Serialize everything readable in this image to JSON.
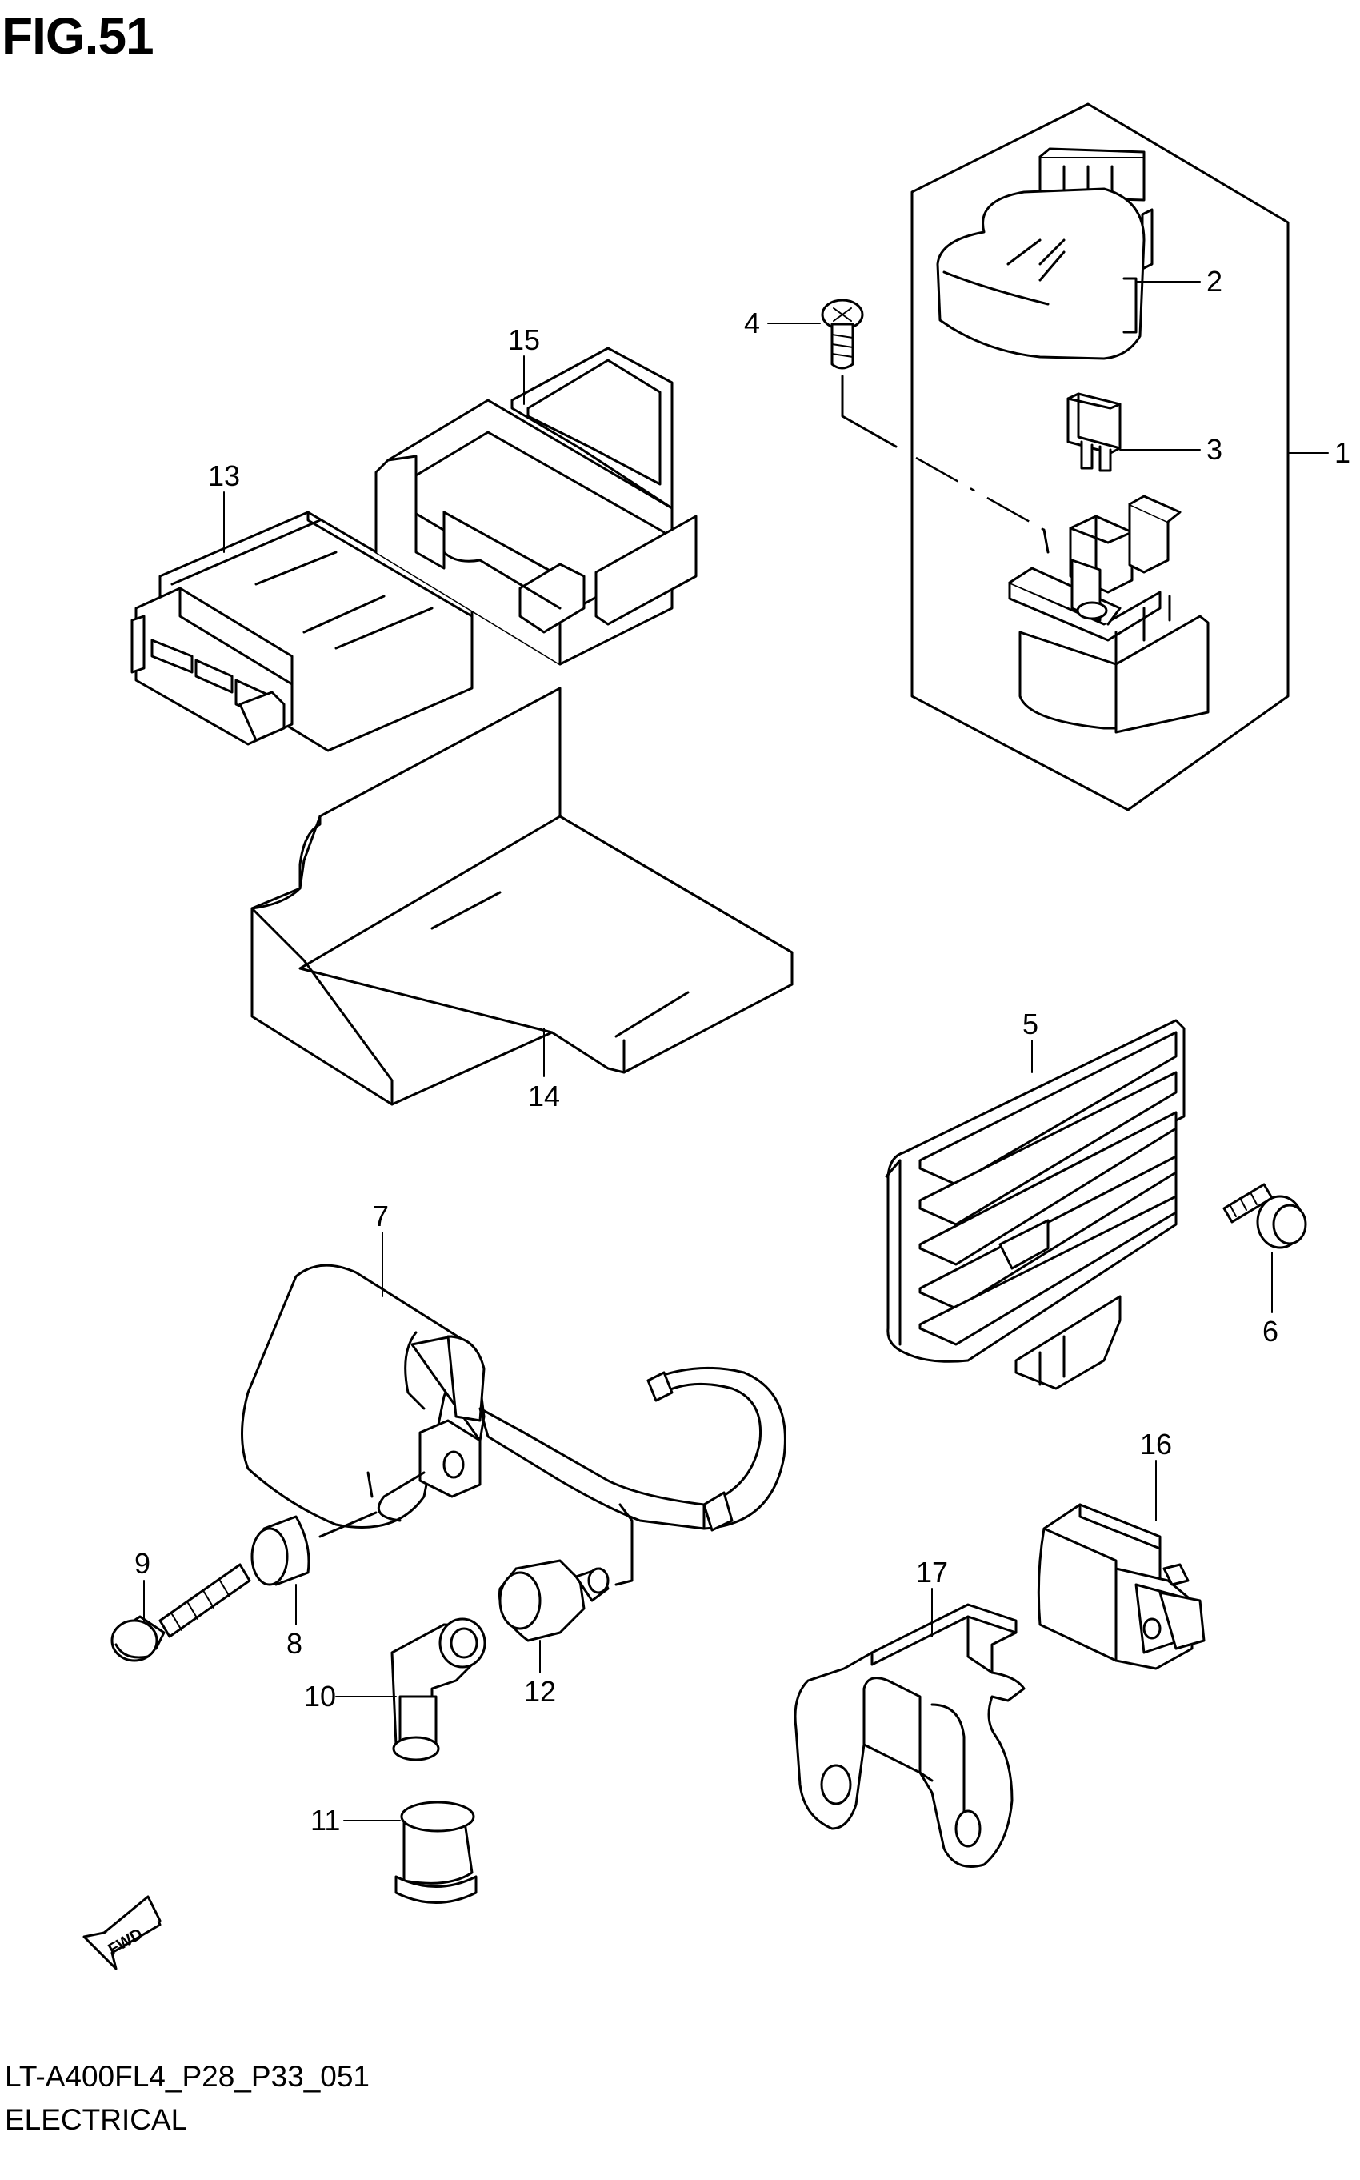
{
  "figure": {
    "title": "FIG.51"
  },
  "footer": {
    "code": "LT-A400FL4_P28_P33_051",
    "name": "ELECTRICAL"
  },
  "callouts": {
    "c1": "1",
    "c2": "2",
    "c3": "3",
    "c4": "4",
    "c5": "5",
    "c6": "6",
    "c7": "7",
    "c8": "8",
    "c9": "9",
    "c10": "10",
    "c11": "11",
    "c12": "12",
    "c13": "13",
    "c14": "14",
    "c15": "15",
    "c16": "16",
    "c17": "17"
  },
  "fwd_badge": "FWD"
}
